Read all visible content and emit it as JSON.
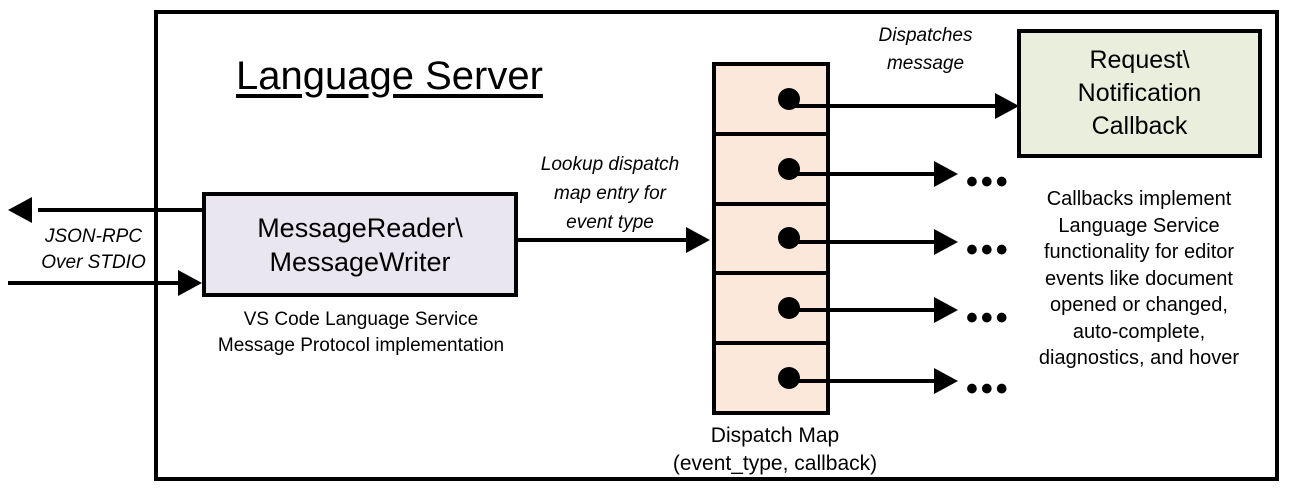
{
  "diagram": {
    "title": "Language Server",
    "frame_name": "language-server-boundary"
  },
  "external_io": {
    "label_line1": "JSON-RPC",
    "label_line2": "Over STDIO",
    "outbound_arrow": "arrow-left",
    "inbound_arrow": "arrow-right"
  },
  "message_io": {
    "box_line1": "MessageReader\\",
    "box_line2": "MessageWriter",
    "caption_line1": "VS Code Language Service",
    "caption_line2": "Message Protocol implementation",
    "fill": "#e9e6ef"
  },
  "lookup": {
    "line1": "Lookup dispatch",
    "line2": "map entry for",
    "line3": "event type"
  },
  "dispatch_map": {
    "caption_line1": "Dispatch Map",
    "caption_line2": "(event_type, callback)",
    "fill": "#fbe8db",
    "rows": [
      {
        "id": "row-1",
        "target": "callback-box"
      },
      {
        "id": "row-2",
        "target": "ellipsis"
      },
      {
        "id": "row-3",
        "target": "ellipsis"
      },
      {
        "id": "row-4",
        "target": "ellipsis"
      },
      {
        "id": "row-5",
        "target": "ellipsis"
      }
    ],
    "ellipsis_glyph": "•••"
  },
  "dispatches": {
    "line1": "Dispatches",
    "line2": "message"
  },
  "callback": {
    "box_line1": "Request\\",
    "box_line2": "Notification",
    "box_line3": "Callback",
    "fill": "#e9eedd",
    "caption_line1": "Callbacks implement",
    "caption_line2": "Language Service",
    "caption_line3": "functionality for editor",
    "caption_line4": "events like document",
    "caption_line5": "opened or changed,",
    "caption_line6": "auto-complete,",
    "caption_line7": "diagnostics, and hover"
  },
  "colors": {
    "stroke": "#000000",
    "background": "#ffffff"
  }
}
